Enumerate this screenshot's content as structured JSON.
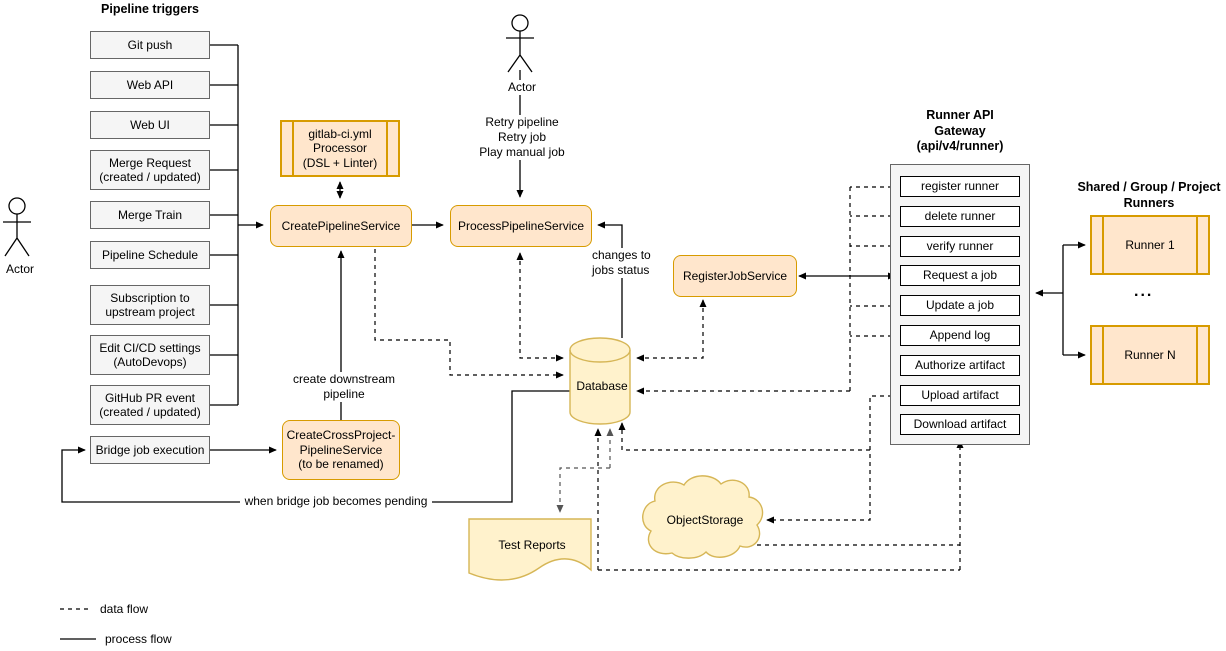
{
  "triggers": {
    "title": "Pipeline triggers",
    "items": [
      "Git push",
      "Web API",
      "Web UI",
      "Merge Request\n(created / updated)",
      "Merge Train",
      "Pipeline Schedule",
      "Subscription to\nupstream project",
      "Edit CI/CD settings\n(AutoDevops)",
      "GitHub PR event\n(created / updated)"
    ],
    "bridge": "Bridge job execution"
  },
  "actors": {
    "left": "Actor",
    "top": "Actor"
  },
  "services": {
    "processor": "gitlab-ci.yml\nProcessor\n(DSL + Linter)",
    "create_pipeline": "CreatePipelineService",
    "process_pipeline": "ProcessPipelineService",
    "register_job": "RegisterJobService",
    "create_cross_project": "CreateCrossProject-\nPipelineService\n(to be renamed)"
  },
  "storage": {
    "database": "Database",
    "test_reports": "Test Reports",
    "object_storage": "ObjectStorage"
  },
  "gateway": {
    "title": "Runner API\nGateway\n(api/v4/runner)",
    "endpoints": [
      "register runner",
      "delete runner",
      "verify runner",
      "Request a job",
      "Update a job",
      "Append log",
      "Authorize artifact",
      "Upload artifact",
      "Download artifact"
    ]
  },
  "runners": {
    "title": "Shared / Group / Project\nRunners",
    "items": [
      "Runner 1",
      "Runner N"
    ],
    "ellipsis": "..."
  },
  "edge_labels": {
    "retry": "Retry pipeline\nRetry job\nPlay manual job",
    "changes": "changes to\njobs status",
    "create_downstream": "create downstream\npipeline",
    "bridge_pending": "when bridge job becomes pending"
  },
  "legend": {
    "data_flow": "data flow",
    "process_flow": "process flow"
  },
  "colors": {
    "orange_fill": "#ffe6cc",
    "orange_border": "#d79b00",
    "yellow_fill": "#fff2cc",
    "yellow_border": "#d6b656",
    "gray_fill": "#f5f5f5",
    "gray_border": "#666666"
  }
}
